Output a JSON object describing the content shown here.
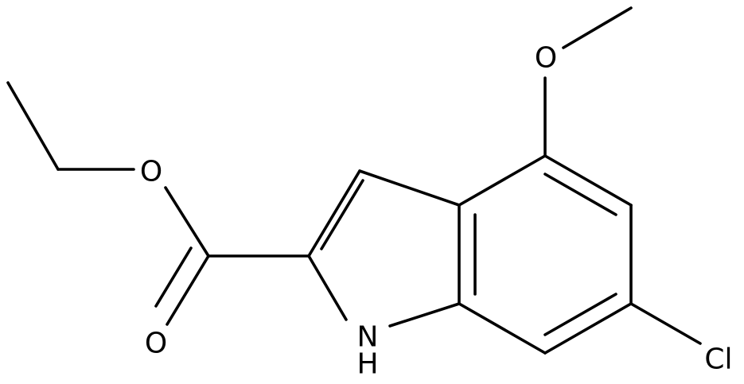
{
  "molecule": {
    "atom_labels": {
      "ester_oxygen": "O",
      "carbonyl_oxygen": "O",
      "methoxy_oxygen": "O",
      "ring_nitrogen": "N",
      "ring_nitrogen_h": "H",
      "chlorine": "Cl"
    }
  }
}
